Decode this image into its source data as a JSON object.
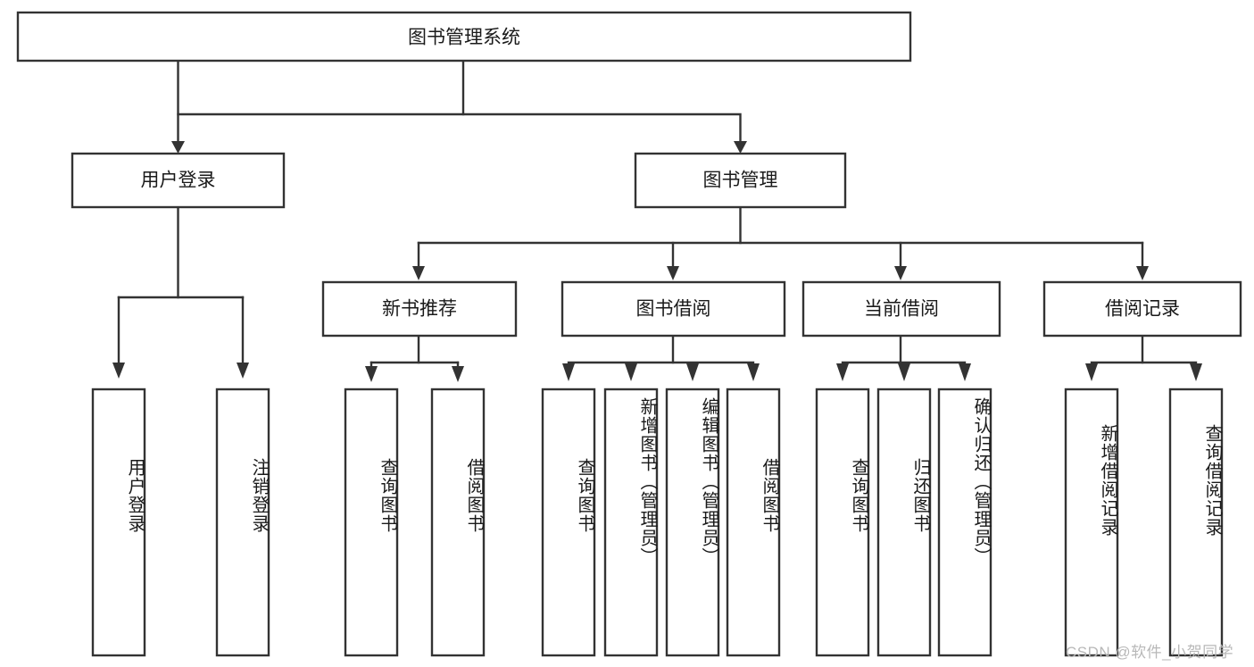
{
  "diagram": {
    "title": "图书管理系统",
    "type": "tree-hierarchy-chart",
    "root": {
      "id": "root",
      "label": "图书管理系统",
      "orientation": "horizontal"
    },
    "level1": [
      {
        "id": "user-login",
        "label": "用户登录",
        "orientation": "horizontal"
      },
      {
        "id": "book-manage",
        "label": "图书管理",
        "orientation": "horizontal"
      }
    ],
    "level2": [
      {
        "id": "new-book-recommend",
        "label": "新书推荐",
        "orientation": "horizontal"
      },
      {
        "id": "book-borrow",
        "label": "图书借阅",
        "orientation": "horizontal"
      },
      {
        "id": "current-borrow",
        "label": "当前借阅",
        "orientation": "horizontal"
      },
      {
        "id": "borrow-record",
        "label": "借阅记录",
        "orientation": "horizontal"
      }
    ],
    "leaves": [
      {
        "id": "leaf-user-login",
        "parent": "user-login",
        "label": "用户登录",
        "orientation": "vertical"
      },
      {
        "id": "leaf-user-logout",
        "parent": "user-login",
        "label": "注销登录",
        "orientation": "vertical"
      },
      {
        "id": "leaf-query-book-1",
        "parent": "new-book-recommend",
        "label": "查询图书",
        "orientation": "vertical"
      },
      {
        "id": "leaf-borrow-book-1",
        "parent": "new-book-recommend",
        "label": "借阅图书",
        "orientation": "vertical"
      },
      {
        "id": "leaf-query-book-2",
        "parent": "book-borrow",
        "label": "查询图书",
        "orientation": "vertical"
      },
      {
        "id": "leaf-add-book",
        "parent": "book-borrow",
        "label": "新增图书（管理员）",
        "orientation": "vertical"
      },
      {
        "id": "leaf-edit-book",
        "parent": "book-borrow",
        "label": "编辑图书（管理员）",
        "orientation": "vertical"
      },
      {
        "id": "leaf-borrow-book-2",
        "parent": "book-borrow",
        "label": "借阅图书",
        "orientation": "vertical"
      },
      {
        "id": "leaf-query-book-3",
        "parent": "current-borrow",
        "label": "查询图书",
        "orientation": "vertical"
      },
      {
        "id": "leaf-return-book",
        "parent": "current-borrow",
        "label": "归还图书",
        "orientation": "vertical"
      },
      {
        "id": "leaf-confirm-return",
        "parent": "current-borrow",
        "label": "确认归还（管理员）",
        "orientation": "vertical"
      },
      {
        "id": "leaf-add-record",
        "parent": "borrow-record",
        "label": "新增借阅记录",
        "orientation": "vertical"
      },
      {
        "id": "leaf-query-record",
        "parent": "borrow-record",
        "label": "查询借阅记录",
        "orientation": "vertical"
      }
    ],
    "colors": {
      "stroke": "#333333",
      "fill": "#ffffff",
      "text": "#1a1a1a",
      "watermark": "#b8b8b8",
      "background": "#ffffff"
    }
  },
  "watermark": {
    "text": "CSDN @软件_小贺同学"
  }
}
